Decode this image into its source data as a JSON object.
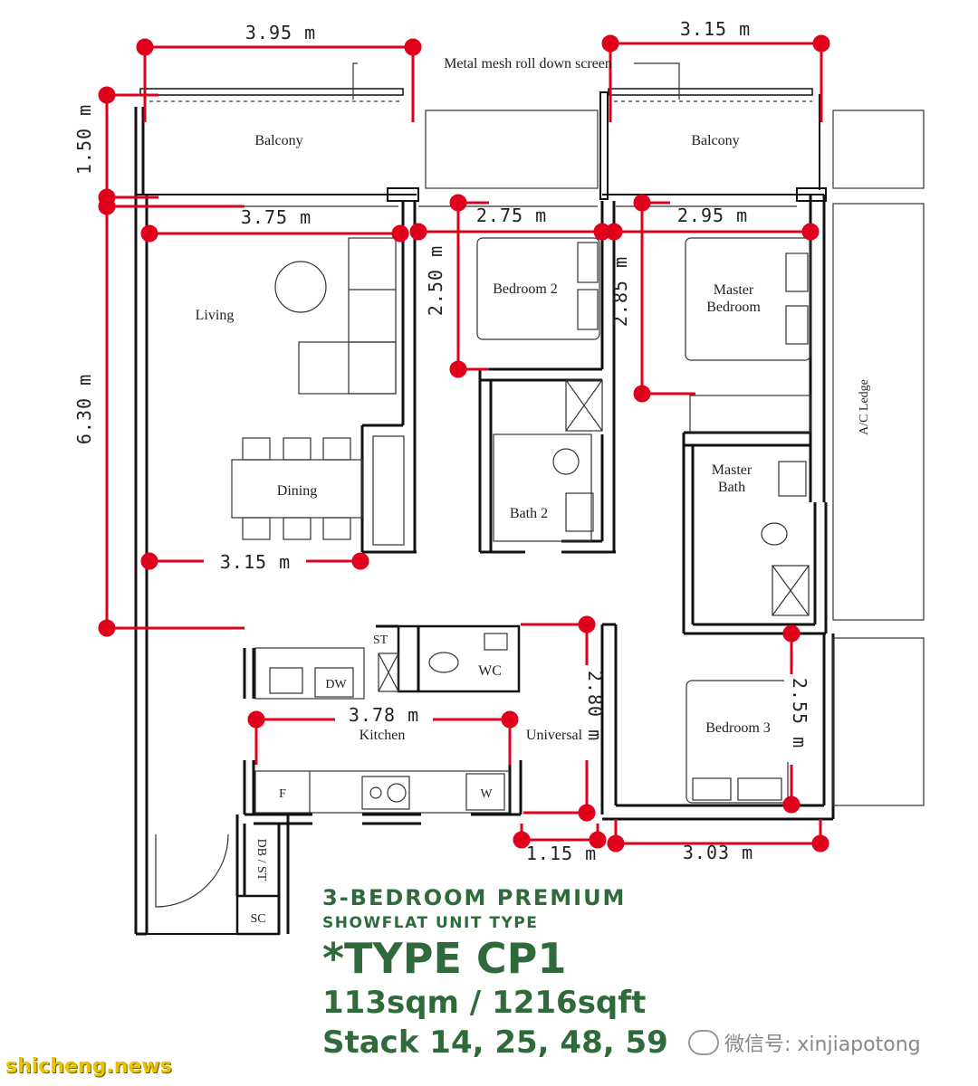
{
  "rooms": {
    "balcony_left": "Balcony",
    "balcony_right": "Balcony",
    "living": "Living",
    "dining": "Dining",
    "bedroom2": "Bedroom 2",
    "master_bedroom_1": "Master",
    "master_bedroom_2": "Bedroom",
    "bath2": "Bath 2",
    "master_bath_1": "Master",
    "master_bath_2": "Bath",
    "ac_ledge": "A/C Ledge",
    "st_top": "ST",
    "wc": "WC",
    "dw": "DW",
    "kitchen": "Kitchen",
    "universal": "Universal",
    "bedroom3": "Bedroom 3",
    "fridge": "F",
    "washer": "W",
    "db_st": "DB / ST",
    "sc": "SC"
  },
  "annotations": {
    "metal_mesh": "Metal mesh roll down screen"
  },
  "dimensions": {
    "top_left": "3.95 m",
    "top_right": "3.15 m",
    "balcony_depth": "1.50 m",
    "living_width": "3.75 m",
    "bedroom2_width": "2.75 m",
    "master_width": "2.95 m",
    "bedroom2_depth": "2.50 m",
    "master_depth": "2.85 m",
    "living_depth": "6.30 m",
    "dining_width": "3.15 m",
    "kitchen_width": "3.78 m",
    "universal_depth": "2.80 m",
    "bedroom3_depth": "2.55 m",
    "universal_width": "1.15 m",
    "bedroom3_width": "3.03 m"
  },
  "title": {
    "line1": "3-BEDROOM PREMIUM",
    "line2": "SHOWFLAT UNIT TYPE",
    "line3": "*TYPE CP1",
    "line4": "113sqm / 1216sqft",
    "line5": "Stack 14, 25, 48, 59"
  },
  "watermarks": {
    "site": "shicheng.news",
    "wechat": "微信号: xinjiapotong"
  },
  "colors": {
    "dimension": "#e0001b",
    "wall": "#111111",
    "title": "#2f6b3a",
    "site_watermark": "#e8c400"
  }
}
